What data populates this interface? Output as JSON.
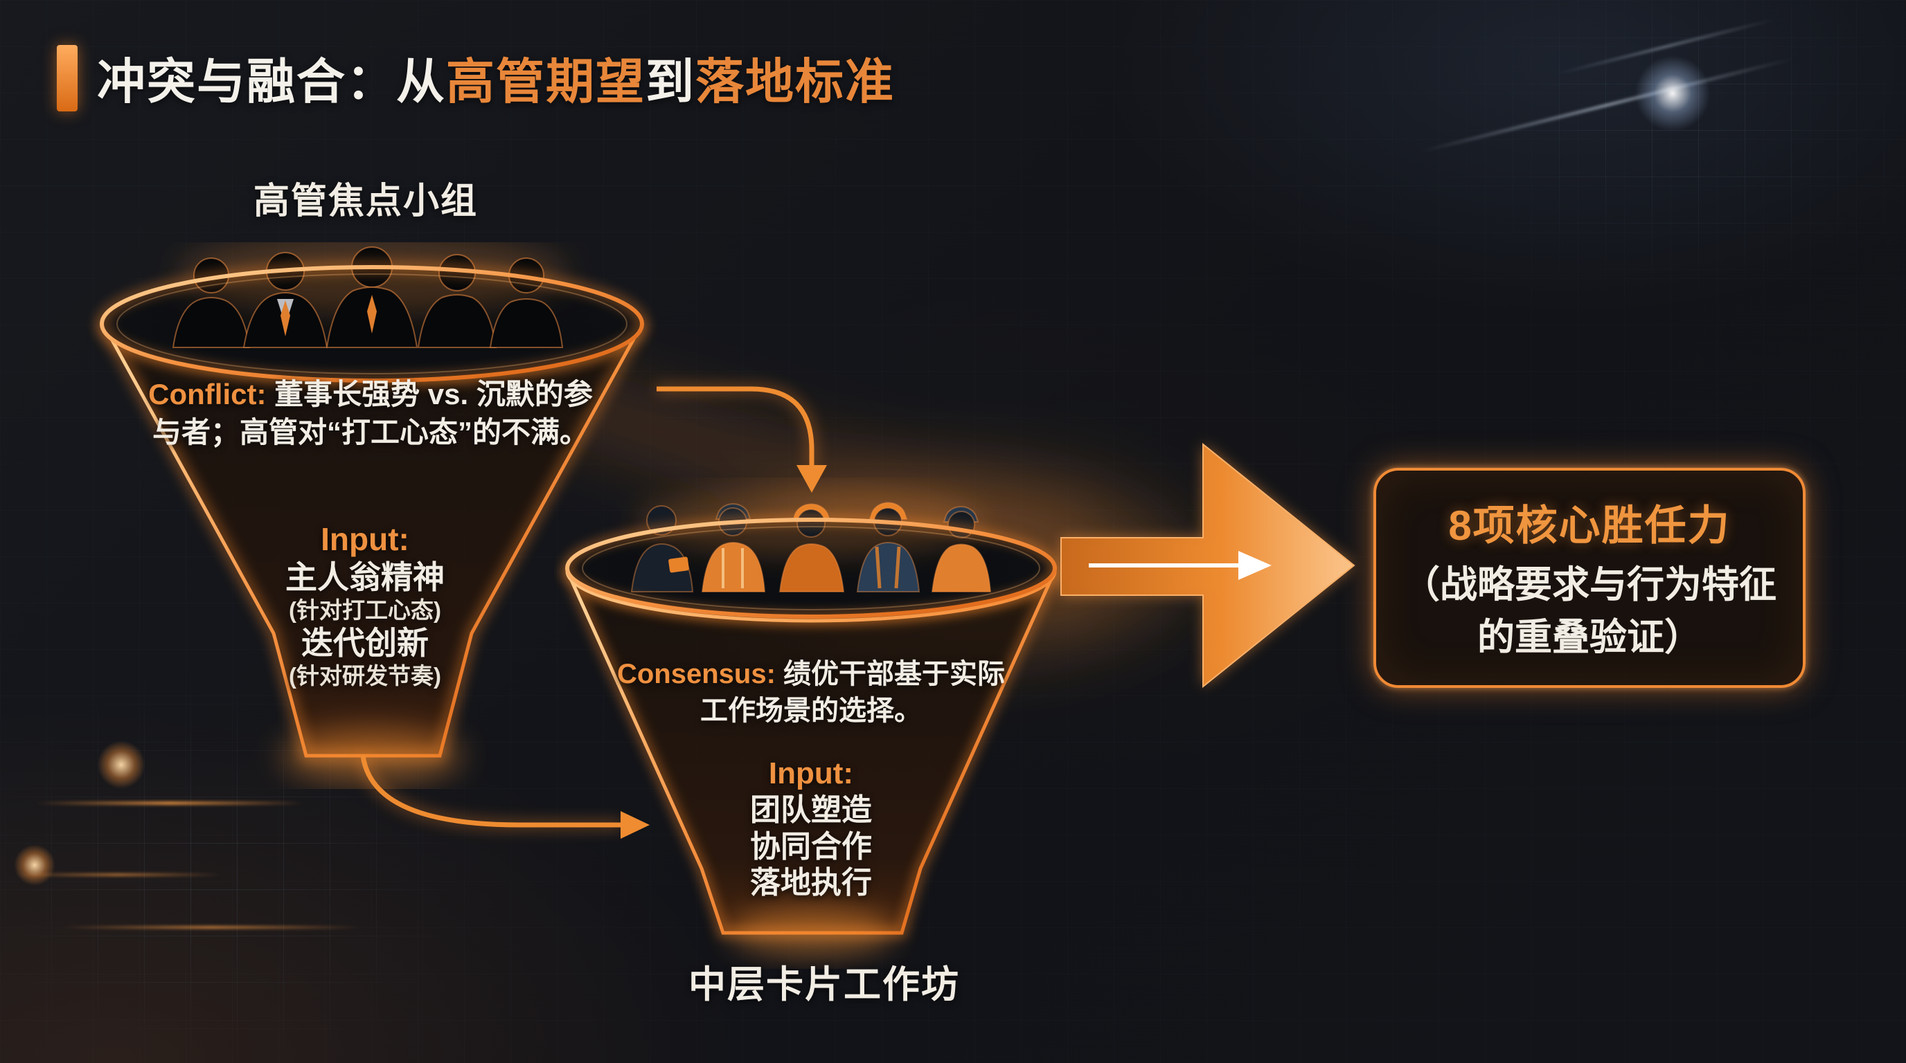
{
  "title": {
    "segments": [
      {
        "text": "冲突与融合：从"
      },
      {
        "text": "高管期望"
      },
      {
        "text": "到"
      },
      {
        "text": "落地标准"
      }
    ]
  },
  "funnel_top": {
    "label": "高管焦点小组",
    "conflict_label": "Conflict:",
    "conflict_text": " 董事长强势 vs. 沉默的参与者；高管对“打工心态”的不满。",
    "input_label": "Input:",
    "item1": "主人翁精神",
    "item1_note": "(针对打工心态)",
    "item2": "迭代创新",
    "item2_note": "(针对研发节奏)"
  },
  "funnel_mid": {
    "label": "中层卡片工作坊",
    "consensus_label": "Consensus:",
    "consensus_text": " 绩优干部基于实际工作场景的选择。",
    "input_label": "Input:",
    "items": [
      "团队塑造",
      "协同合作",
      "落地执行"
    ]
  },
  "result": {
    "line1": "8项核心胜任力",
    "line2": "（战略要求与行为特征",
    "line3": "的重叠验证）"
  },
  "icons": {
    "executive_silhouettes": "five-business-executive-figures",
    "worker_silhouettes": "five-frontline-worker-figures",
    "big_arrow": "large-right-arrow",
    "flow_arrow_top": "elbow-arrow-down",
    "flow_arrow_left": "curved-arrow-right"
  },
  "colors": {
    "accent": "#e8832a",
    "accent_bright": "#ffb36b",
    "text": "#f2ede4",
    "background": "#14151a"
  }
}
